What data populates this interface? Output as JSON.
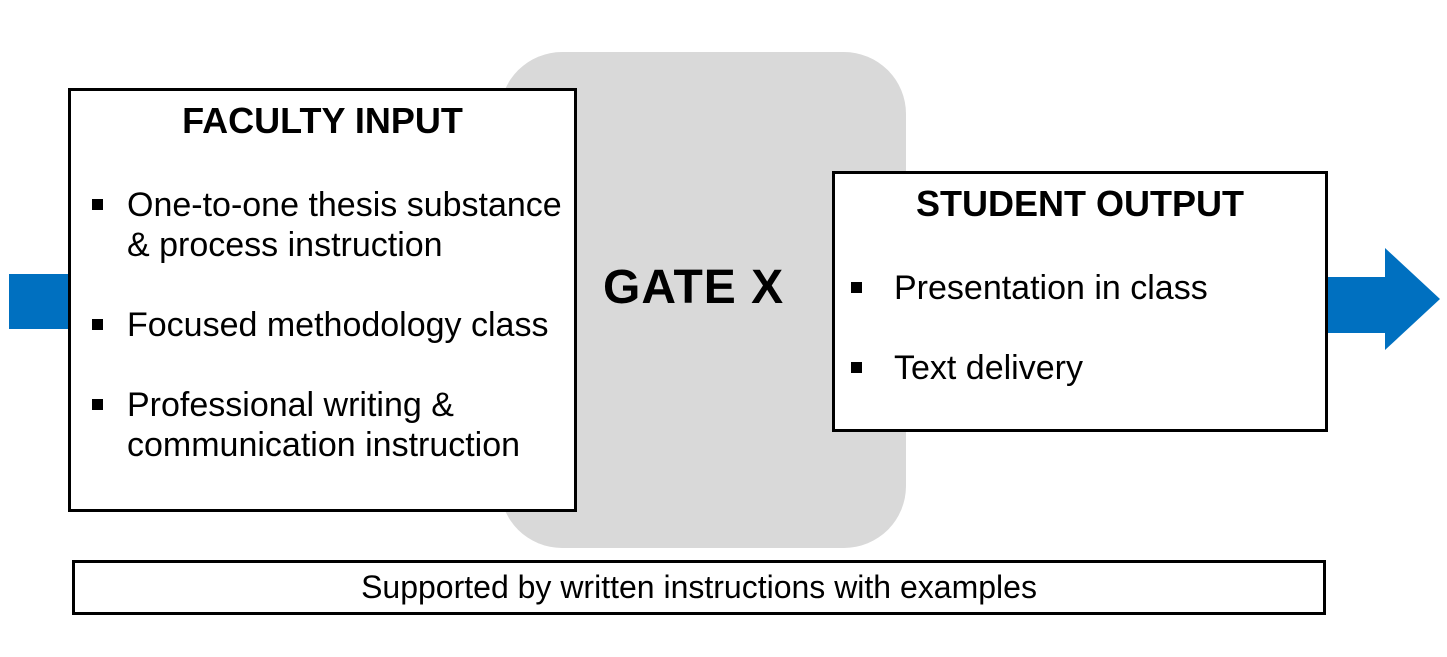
{
  "gate": {
    "label": "GATE X"
  },
  "faculty_box": {
    "title": "FACULTY INPUT",
    "bullets": [
      "One-to-one thesis substance & process instruction",
      "Focused methodology class",
      "Professional writing & communication instruction"
    ]
  },
  "student_box": {
    "title": "STUDENT OUTPUT",
    "bullets": [
      "Presentation in class",
      "Text delivery"
    ]
  },
  "footer": {
    "text": "Supported by written instructions with examples"
  },
  "icons": {
    "flow_in_arrow": "blue-rectangle-arrow-shaft",
    "flow_out_arrow": "blue-right-arrow",
    "bullet": "small-black-square"
  },
  "colors": {
    "arrow_blue": "#0070C0",
    "gate_gray": "#D9D9D9",
    "border_black": "#000000",
    "background": "#FFFFFF"
  }
}
